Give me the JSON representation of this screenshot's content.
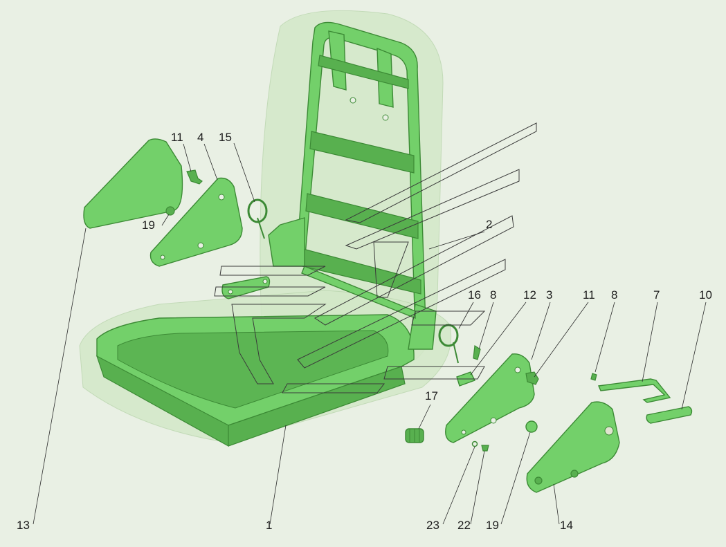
{
  "callouts": {
    "c13": "13",
    "c11a": "11",
    "c4": "4",
    "c15": "15",
    "c19a": "19",
    "c2": "2",
    "c16": "16",
    "c8a": "8",
    "c12": "12",
    "c3": "3",
    "c11b": "11",
    "c8b": "8",
    "c7": "7",
    "c10": "10",
    "c17": "17",
    "c1": "1",
    "c23": "23",
    "c22": "22",
    "c19b": "19",
    "c14": "14"
  },
  "colors": {
    "background": "#e9f0e4",
    "part_fill": "#73d06a",
    "part_edge": "#3c8a35",
    "ghost_cushion": "#d3e8c8"
  }
}
